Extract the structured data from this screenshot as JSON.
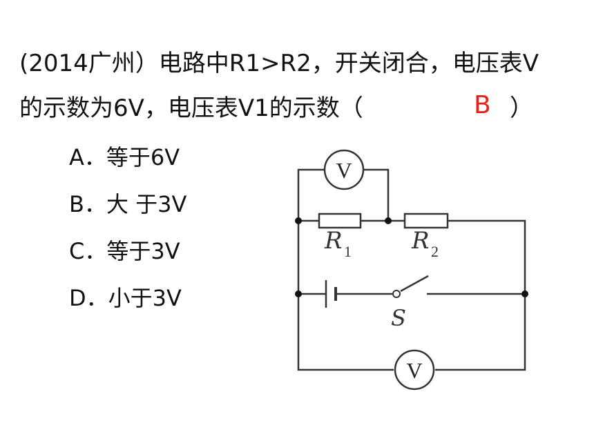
{
  "question": {
    "line1": "(2014广州）电路中R1>R2，开关闭合，电压表V",
    "line2": "的示数为6V，电压表V1的示数（",
    "close_paren": "）"
  },
  "answer": "B",
  "options": [
    {
      "key": "A",
      "text": "A．等于6V"
    },
    {
      "key": "B",
      "text": "B．大 于3V"
    },
    {
      "key": "C",
      "text": "C．等于3V"
    },
    {
      "key": "D",
      "text": "D．小于3V"
    }
  ],
  "diagram": {
    "voltmeter_top": "V",
    "voltmeter_bottom": "V",
    "resistor1": {
      "letter": "R",
      "sub": "1"
    },
    "resistor2": {
      "letter": "R",
      "sub": "2"
    },
    "switch_label": "S"
  },
  "colors": {
    "answer": "#e8211c",
    "text": "#111111",
    "wire": "#333333"
  }
}
